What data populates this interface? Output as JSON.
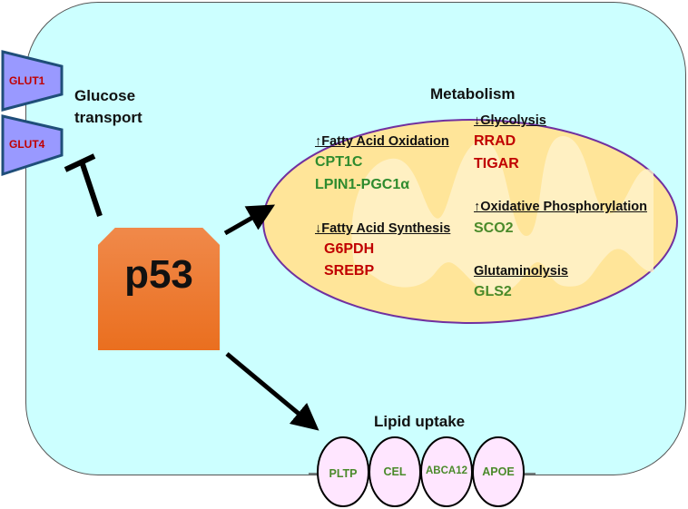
{
  "diagram": {
    "center_node": "p53",
    "glucose": {
      "transporters": [
        "GLUT1",
        "GLUT4"
      ],
      "label_line1": "Glucose",
      "label_line2": "transport",
      "relation": "inhibits"
    },
    "metabolism": {
      "title": "Metabolism",
      "fatty_acid_oxidation": {
        "heading": "↑Fatty Acid Oxidation",
        "genes": [
          "CPT1C",
          "LPIN1-PGC1α"
        ]
      },
      "fatty_acid_synthesis": {
        "heading": "↓Fatty Acid Synthesis",
        "genes": [
          "G6PDH",
          "SREBP"
        ]
      },
      "glycolysis": {
        "heading": "↓Glycolysis",
        "genes": [
          "RRAD",
          "TIGAR"
        ]
      },
      "oxidative_phosphorylation": {
        "heading": "↑Oxidative Phosphorylation",
        "genes": [
          "SCO2"
        ]
      },
      "glutaminolysis": {
        "heading": "Glutaminolysis",
        "genes": [
          "GLS2"
        ]
      }
    },
    "lipid_uptake": {
      "title": "Lipid uptake",
      "genes": [
        "PLTP",
        "CEL",
        "ABCA12",
        "APOE"
      ]
    },
    "colors": {
      "cell_fill": "#ccffff",
      "mitochondrion_fill": "#ffe599",
      "mitochondrion_border": "#7030a0",
      "p53_fill": "#ed7d31",
      "upregulated_gene": "#2e8b2e",
      "downregulated_gene": "#c00000",
      "transporter_fill": "#9999ff",
      "lipid_protein_fill": "#ffe6ff"
    }
  }
}
